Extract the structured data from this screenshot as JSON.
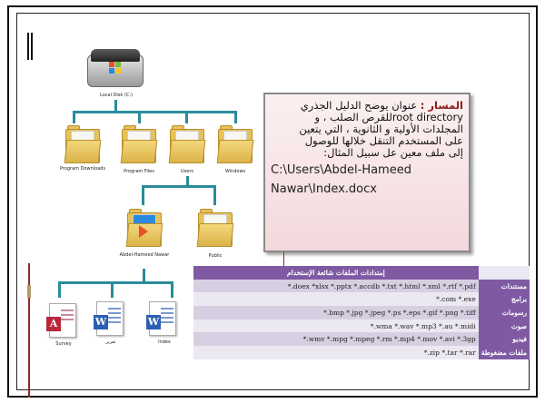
{
  "tree": {
    "root": "Local Disk (C:)",
    "level1": [
      "Program Downloads",
      "Program Files",
      "Users",
      "Windows"
    ],
    "level2": [
      "Abdel-Hameed Nawar",
      "Public"
    ],
    "level3": [
      "Survey",
      "تقرير",
      "Index"
    ]
  },
  "callout": {
    "term": "المسار :",
    "line1": " عنوان يوضح الدليل الجذري",
    "line2": "root directoryللقرص الصلب ، و",
    "line3": "المجلدات الأولية  و الثانوية ، التي يتعين",
    "line4": "على المستخدم التنقل خلالها للوصول",
    "line5": "إلى ملف معين عل سبيل المثال:",
    "path1": "C:\\Users\\Abdel-Hameed",
    "path2": "Nawar\\Index.docx"
  },
  "table": {
    "title": "إمتدادات الملفات شائعة الإستخدام",
    "rows": [
      {
        "label": "مستندات",
        "value": "*.doex  *xlsx   *.pptx  *.accdb  *.txt  *.html  *.xml  *.rtf  *.pdf"
      },
      {
        "label": "برامج",
        "value": "*.com  *.exe"
      },
      {
        "label": "رسومات",
        "value": "*.bmp  *.jpg   *.jpeg  *.ps  *.eps  *.gif  *.png  *.tiff"
      },
      {
        "label": "صوت",
        "value": "*.wma  *.wav  *.mp3  *.au  *.midi"
      },
      {
        "label": "فيديو",
        "value": "*.wmv  *.mpg  *.mpeg  *.rm  *.mp4  *.mov  *.avi  *.3gp"
      },
      {
        "label": "ملفات مضغوطة",
        "value": "*.zip  *.tar  *.rar"
      }
    ]
  },
  "colors": {
    "tree_line": "#2a8c9a",
    "table_header": "#7f5aa3",
    "table_odd": "#d6cfe1",
    "table_even": "#ece8f2",
    "accent_red": "#8c2a2a"
  }
}
